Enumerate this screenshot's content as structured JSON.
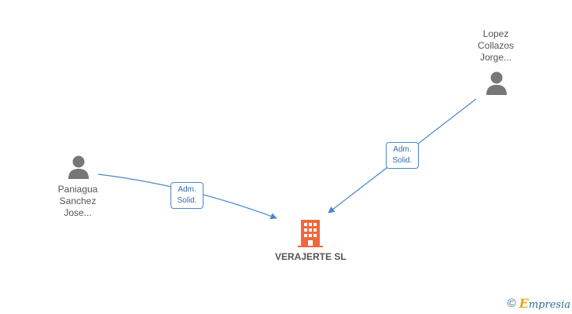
{
  "nodes": {
    "company": {
      "name": "VERAJERTE SL",
      "icon": "building-icon",
      "color": "#f0673a"
    },
    "persons": [
      {
        "id": "p1",
        "name_lines": [
          "Lopez",
          "Collazos",
          "Jorge..."
        ],
        "icon": "person-icon"
      },
      {
        "id": "p2",
        "name_lines": [
          "Paniagua",
          "Sanchez",
          "Jose..."
        ],
        "icon": "person-icon"
      }
    ]
  },
  "edges": [
    {
      "from": "p1",
      "to": "company",
      "role_lines": [
        "Adm.",
        "Solid."
      ]
    },
    {
      "from": "p2",
      "to": "company",
      "role_lines": [
        "Adm.",
        "Solid."
      ]
    }
  ],
  "colors": {
    "edge": "#4a86c8",
    "person_icon": "#777777",
    "text": "#555555"
  },
  "watermark": {
    "copyright": "©",
    "brand_first": "E",
    "brand_rest": "mpresia"
  }
}
